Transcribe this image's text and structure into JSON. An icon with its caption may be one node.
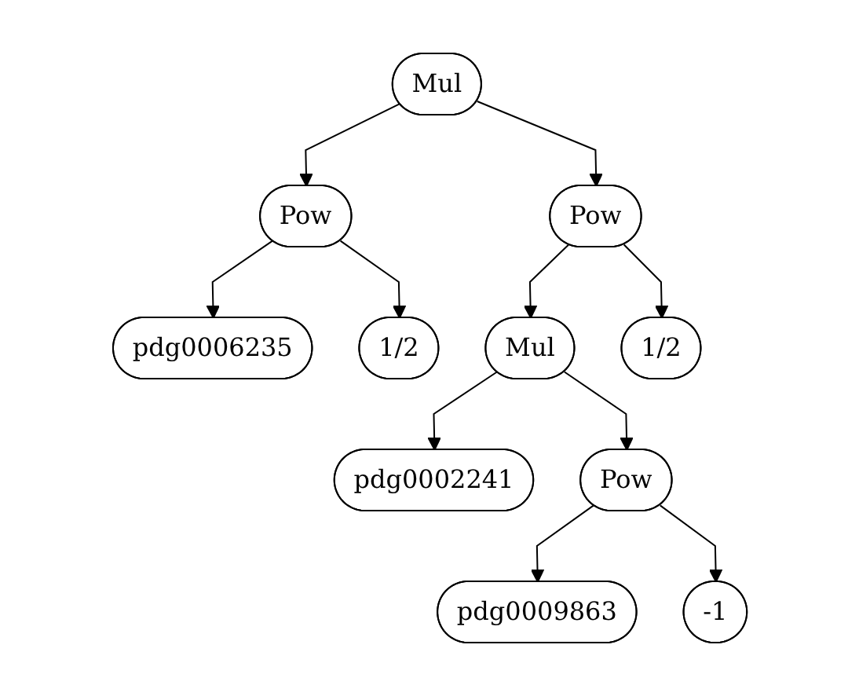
{
  "diagram": {
    "nodes": [
      {
        "text": [
          "Mul"
        ]
      },
      {
        "text": [
          "Pow"
        ]
      },
      {
        "text": [
          "Pow"
        ]
      },
      {
        "text": [
          "pdg0006235"
        ]
      },
      {
        "text": [
          "1/2"
        ]
      },
      {
        "text": [
          "Mul"
        ]
      },
      {
        "text": [
          "1/2"
        ]
      },
      {
        "text": [
          "pdg0002241"
        ]
      },
      {
        "text": [
          "Pow"
        ]
      },
      {
        "text": [
          "pdg0009863"
        ]
      },
      {
        "text": [
          "-1"
        ]
      }
    ],
    "edges": [
      {
        "from": 0,
        "to": 1,
        "arrow": "to"
      },
      {
        "from": 0,
        "to": 2,
        "arrow": "to"
      },
      {
        "from": 1,
        "to": 3,
        "arrow": "to"
      },
      {
        "from": 1,
        "to": 4,
        "arrow": "to"
      },
      {
        "from": 2,
        "to": 5,
        "arrow": "to"
      },
      {
        "from": 2,
        "to": 6,
        "arrow": "to"
      },
      {
        "from": 5,
        "to": 7,
        "arrow": "to"
      },
      {
        "from": 5,
        "to": 8,
        "arrow": "to"
      },
      {
        "from": 8,
        "to": 9,
        "arrow": "to"
      },
      {
        "from": 8,
        "to": 10,
        "arrow": "to"
      }
    ]
  }
}
